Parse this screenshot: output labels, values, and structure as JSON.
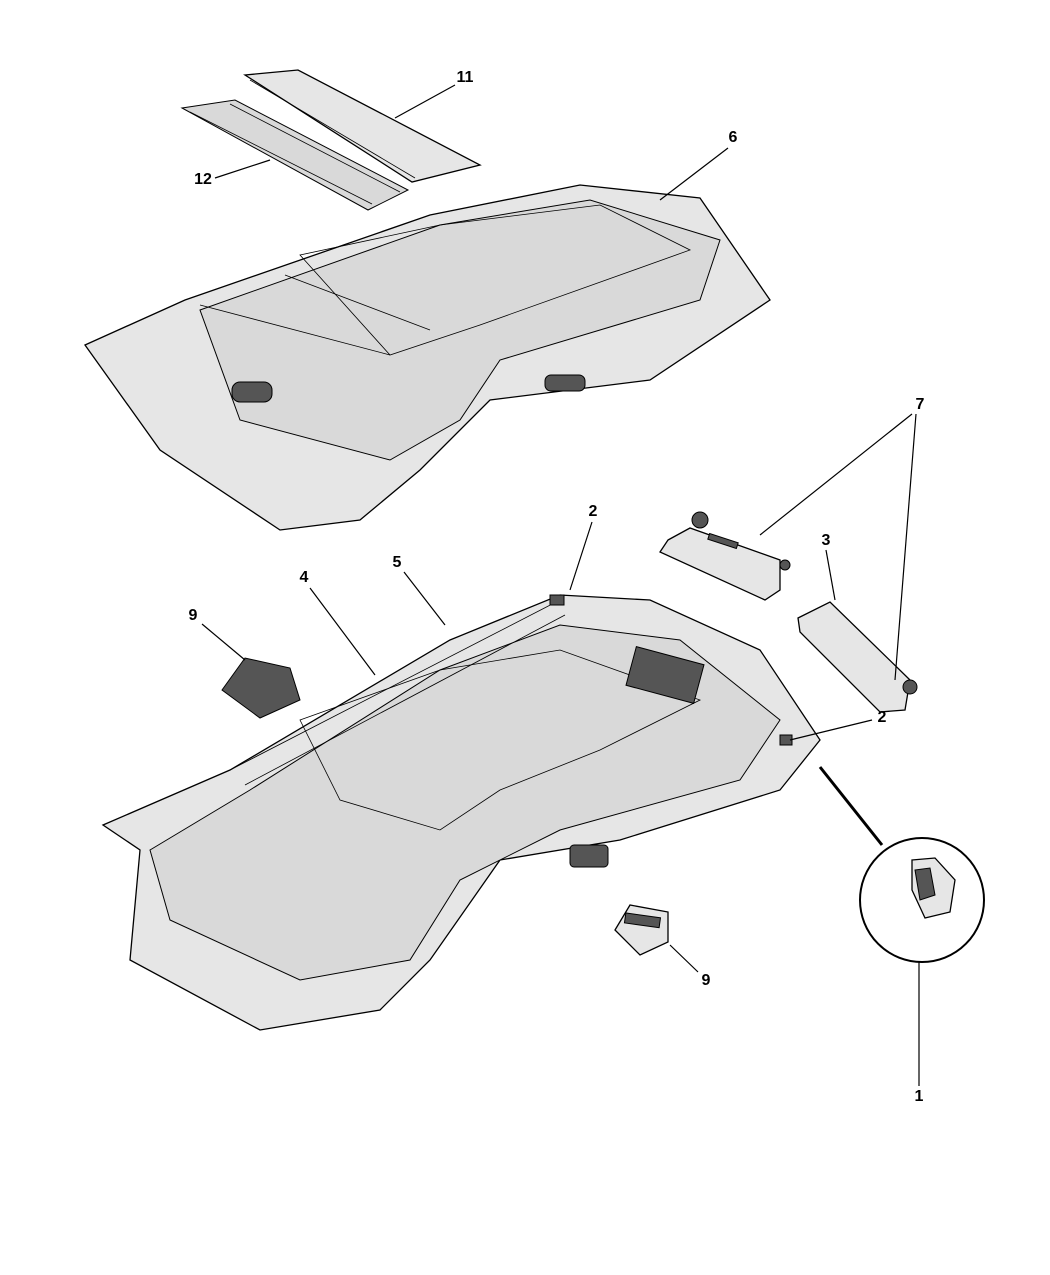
{
  "diagram": {
    "callouts": [
      {
        "id": "c11",
        "label": "11"
      },
      {
        "id": "c12",
        "label": "12"
      },
      {
        "id": "c6",
        "label": "6"
      },
      {
        "id": "c7",
        "label": "7"
      },
      {
        "id": "c3",
        "label": "3"
      },
      {
        "id": "c2a",
        "label": "2"
      },
      {
        "id": "c2b",
        "label": "2"
      },
      {
        "id": "c5",
        "label": "5"
      },
      {
        "id": "c4",
        "label": "4"
      },
      {
        "id": "c9a",
        "label": "9"
      },
      {
        "id": "c9b",
        "label": "9"
      },
      {
        "id": "c1",
        "label": "1"
      }
    ]
  }
}
